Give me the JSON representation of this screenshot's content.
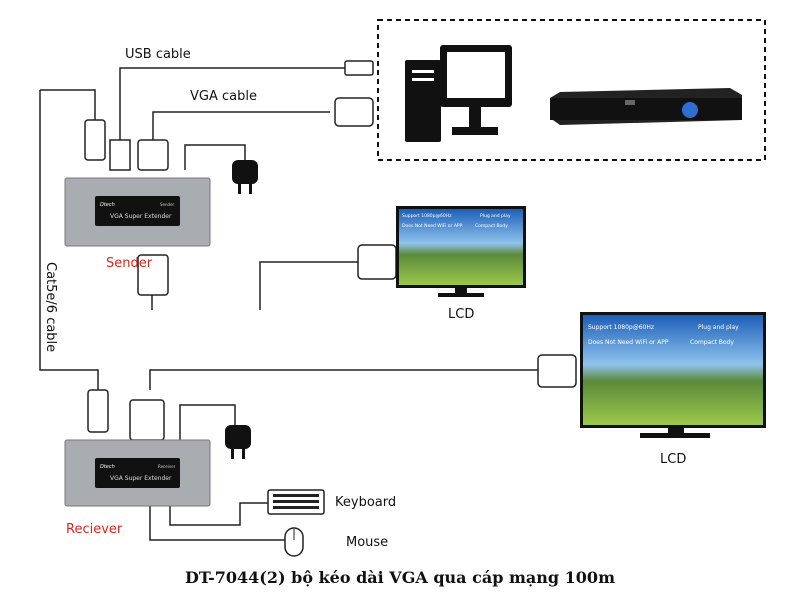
{
  "labels": {
    "usb_cable": "USB cable",
    "vga_cable": "VGA cable",
    "sender": "Sender",
    "receiver": "Reciever",
    "cat_cable": "Cat5e/6 cable",
    "lcd1": "LCD",
    "lcd2": "LCD",
    "keyboard": "Keyboard",
    "mouse": "Mouse"
  },
  "device": {
    "brand": "Dtech",
    "product": "VGA Super Extender",
    "sender_tag": "Sender",
    "receiver_tag": "Receiver"
  },
  "screen": {
    "f1": "Support 1080p@60Hz",
    "f2": "Plug and play",
    "f3": "Does Not Need WiFi or APP",
    "f4": "Compact Body"
  },
  "title": "DT-7044(2) bộ kéo dài VGA qua cáp mạng 100m",
  "colors": {
    "label_red": "#e0241b",
    "box_grey": "#a9adb1",
    "cable": "#222222"
  }
}
